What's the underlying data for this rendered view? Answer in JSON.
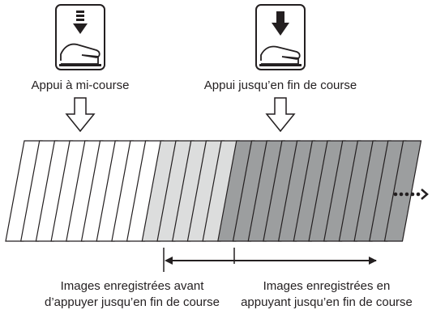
{
  "icons": {
    "half_press": "finger-half-press-icon",
    "full_press": "finger-full-press-icon"
  },
  "labels": {
    "half_press": "Appui à mi-course",
    "full_press": "Appui jusqu’en fin de course"
  },
  "captions": {
    "before_line1": "Images enregistrées avant",
    "before_line2": "d’appuyer jusqu’en fin de course",
    "after_line1": "Images enregistrées en",
    "after_line2": "appuyant jusqu’en fin de course"
  },
  "frames": {
    "white_count": 9,
    "light_gray_count": 5,
    "dark_gray_count": 12,
    "colors": {
      "white": "#ffffff",
      "light_gray": "#dcdddd",
      "dark_gray": "#9c9e9f",
      "outline": "#231f20"
    }
  }
}
